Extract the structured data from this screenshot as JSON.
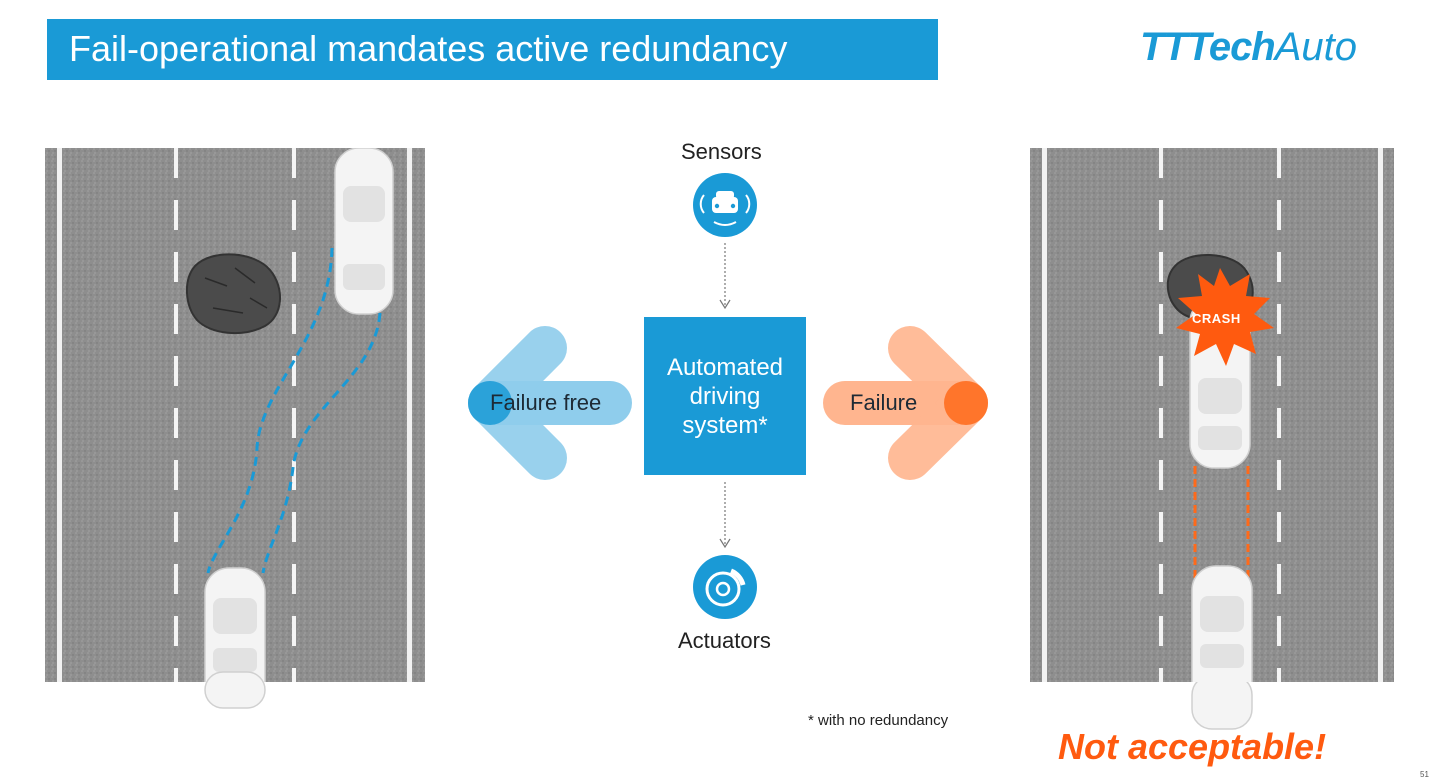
{
  "title": "Fail-operational mandates active redundancy",
  "logo": {
    "bold": "TTTech",
    "light": "Auto"
  },
  "sensors_label": "Sensors",
  "actuators_label": "Actuators",
  "central_box": "Automated\ndriving\nsystem*",
  "left_arrow_label": "Failure free",
  "right_arrow_label": "Failure",
  "crash_label": "CRASH",
  "footnote": "* with no redundancy",
  "verdict": "Not acceptable!",
  "page_number": "51",
  "colors": {
    "brand_blue": "#1a9ad6",
    "light_blue": "#8fcdec",
    "orange": "#ff6a1a",
    "light_orange": "#ffb58f"
  },
  "icons": {
    "sensors": "car-sensor-icon",
    "actuators": "brake-disc-icon"
  }
}
